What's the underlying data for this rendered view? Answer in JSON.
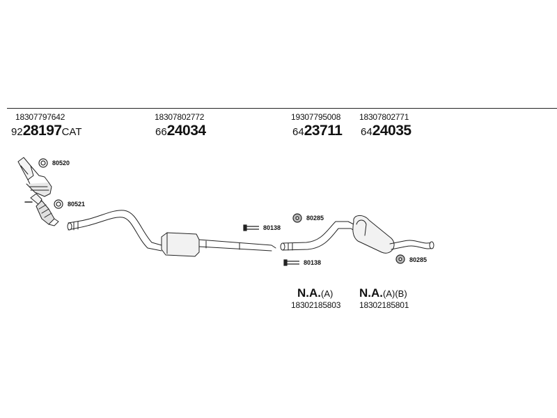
{
  "parts": [
    {
      "part_number": "18307797642",
      "code_prefix": "92",
      "code_main": "28197",
      "code_suffix": "CAT"
    },
    {
      "part_number": "18307802772",
      "code_prefix": "66",
      "code_main": "24034",
      "code_suffix": ""
    },
    {
      "part_number": "19307795008",
      "code_prefix": "64",
      "code_main": "23711",
      "code_suffix": ""
    },
    {
      "part_number": "18307802771",
      "code_prefix": "64",
      "code_main": "24035",
      "code_suffix": ""
    }
  ],
  "fittings": [
    {
      "code": "80520",
      "icon": "gasket-ring-icon"
    },
    {
      "code": "80521",
      "icon": "gasket-ring-icon"
    },
    {
      "code": "80138",
      "icon": "bolt-icon"
    },
    {
      "code": "80138",
      "icon": "bolt-icon"
    },
    {
      "code": "80285",
      "icon": "rubber-mount-icon"
    },
    {
      "code": "80285",
      "icon": "rubber-mount-icon"
    }
  ],
  "not_available": [
    {
      "label": "N.A.",
      "note": "(A)",
      "part_number": "18302185803"
    },
    {
      "label": "N.A.",
      "note": "(A)(B)",
      "part_number": "18302185801"
    }
  ]
}
